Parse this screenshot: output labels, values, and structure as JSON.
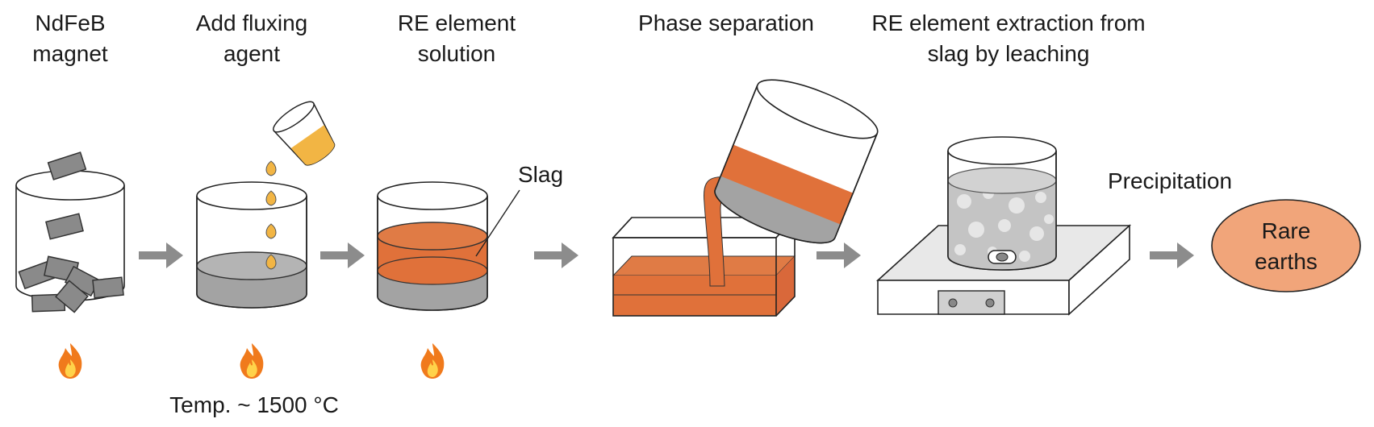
{
  "steps": {
    "s1": {
      "line1": "NdFeB",
      "line2": "magnet"
    },
    "s2": {
      "line1": "Add fluxing",
      "line2": "agent"
    },
    "s3": {
      "line1": "RE element",
      "line2": "solution"
    },
    "s4": {
      "line1": "Phase separation"
    },
    "s5": {
      "line1": "RE element extraction from",
      "line2": "slag by leaching"
    }
  },
  "annotations": {
    "slag": "Slag",
    "precipitation": "Precipitation",
    "temperature": "Temp. ~ 1500 °C"
  },
  "product": {
    "line1": "Rare",
    "line2": "earths"
  },
  "colors": {
    "slag_orange": "#e0713a",
    "melt_gray": "#a3a3a3",
    "magnet_gray": "#8a8a8a",
    "flux_yellow": "#f2b544",
    "flame_orange": "#f07a1c",
    "flame_yellow": "#ffd24a",
    "arrow_gray": "#8c8c8c",
    "product_fill": "#f1a57a"
  }
}
